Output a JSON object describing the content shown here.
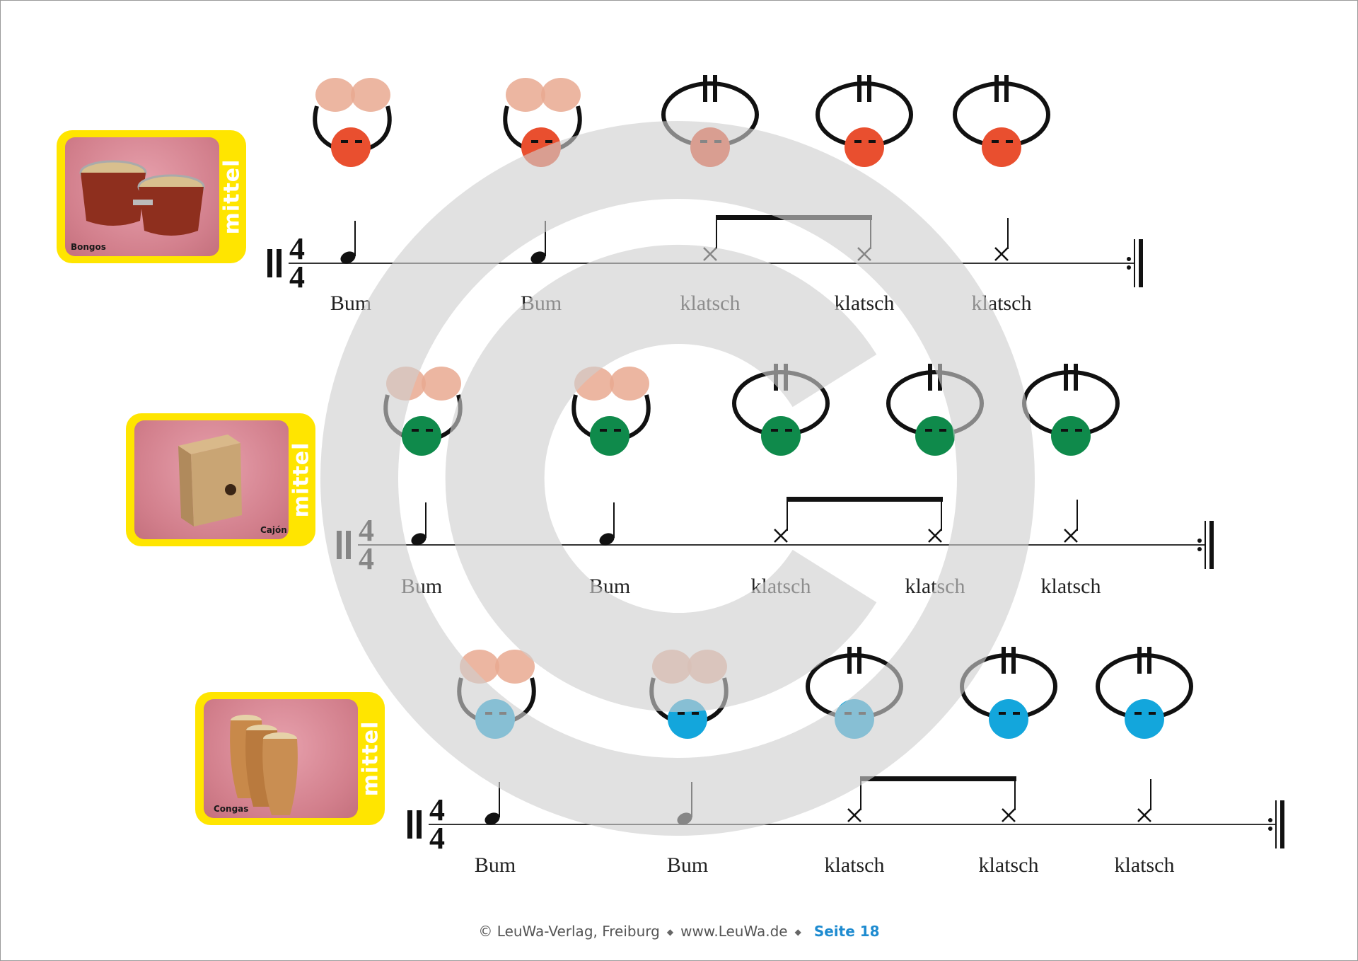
{
  "rows": [
    {
      "instrument": "Bongos",
      "level": "mittel",
      "time_signature": {
        "top": "4",
        "bottom": "4"
      },
      "color": "#e94f2f",
      "pattern": [
        "Bum",
        "Bum",
        "klatsch",
        "klatsch",
        "klatsch"
      ],
      "note_types": [
        "quarter",
        "quarter",
        "x-eighth",
        "x-eighth",
        "x-quarter"
      ]
    },
    {
      "instrument": "Cajón",
      "level": "mittel",
      "time_signature": {
        "top": "4",
        "bottom": "4"
      },
      "color": "#0f8a4b",
      "pattern": [
        "Bum",
        "Bum",
        "klatsch",
        "klatsch",
        "klatsch"
      ],
      "note_types": [
        "quarter",
        "quarter",
        "x-eighth",
        "x-eighth",
        "x-quarter"
      ]
    },
    {
      "instrument": "Congas",
      "level": "mittel",
      "time_signature": {
        "top": "4",
        "bottom": "4"
      },
      "color": "#13a6dc",
      "pattern": [
        "Bum",
        "Bum",
        "klatsch",
        "klatsch",
        "klatsch"
      ],
      "note_types": [
        "quarter",
        "quarter",
        "x-eighth",
        "x-eighth",
        "x-quarter"
      ]
    }
  ],
  "footer": {
    "copyright": "© LeuWa-Verlag, Freiburg",
    "website": "www.LeuWa.de",
    "page": "Seite 18"
  },
  "icons": [
    "bongo-icon",
    "cajon-icon",
    "conga-icon",
    "clap-hands-icon",
    "face-icon",
    "copyright-watermark-icon"
  ]
}
